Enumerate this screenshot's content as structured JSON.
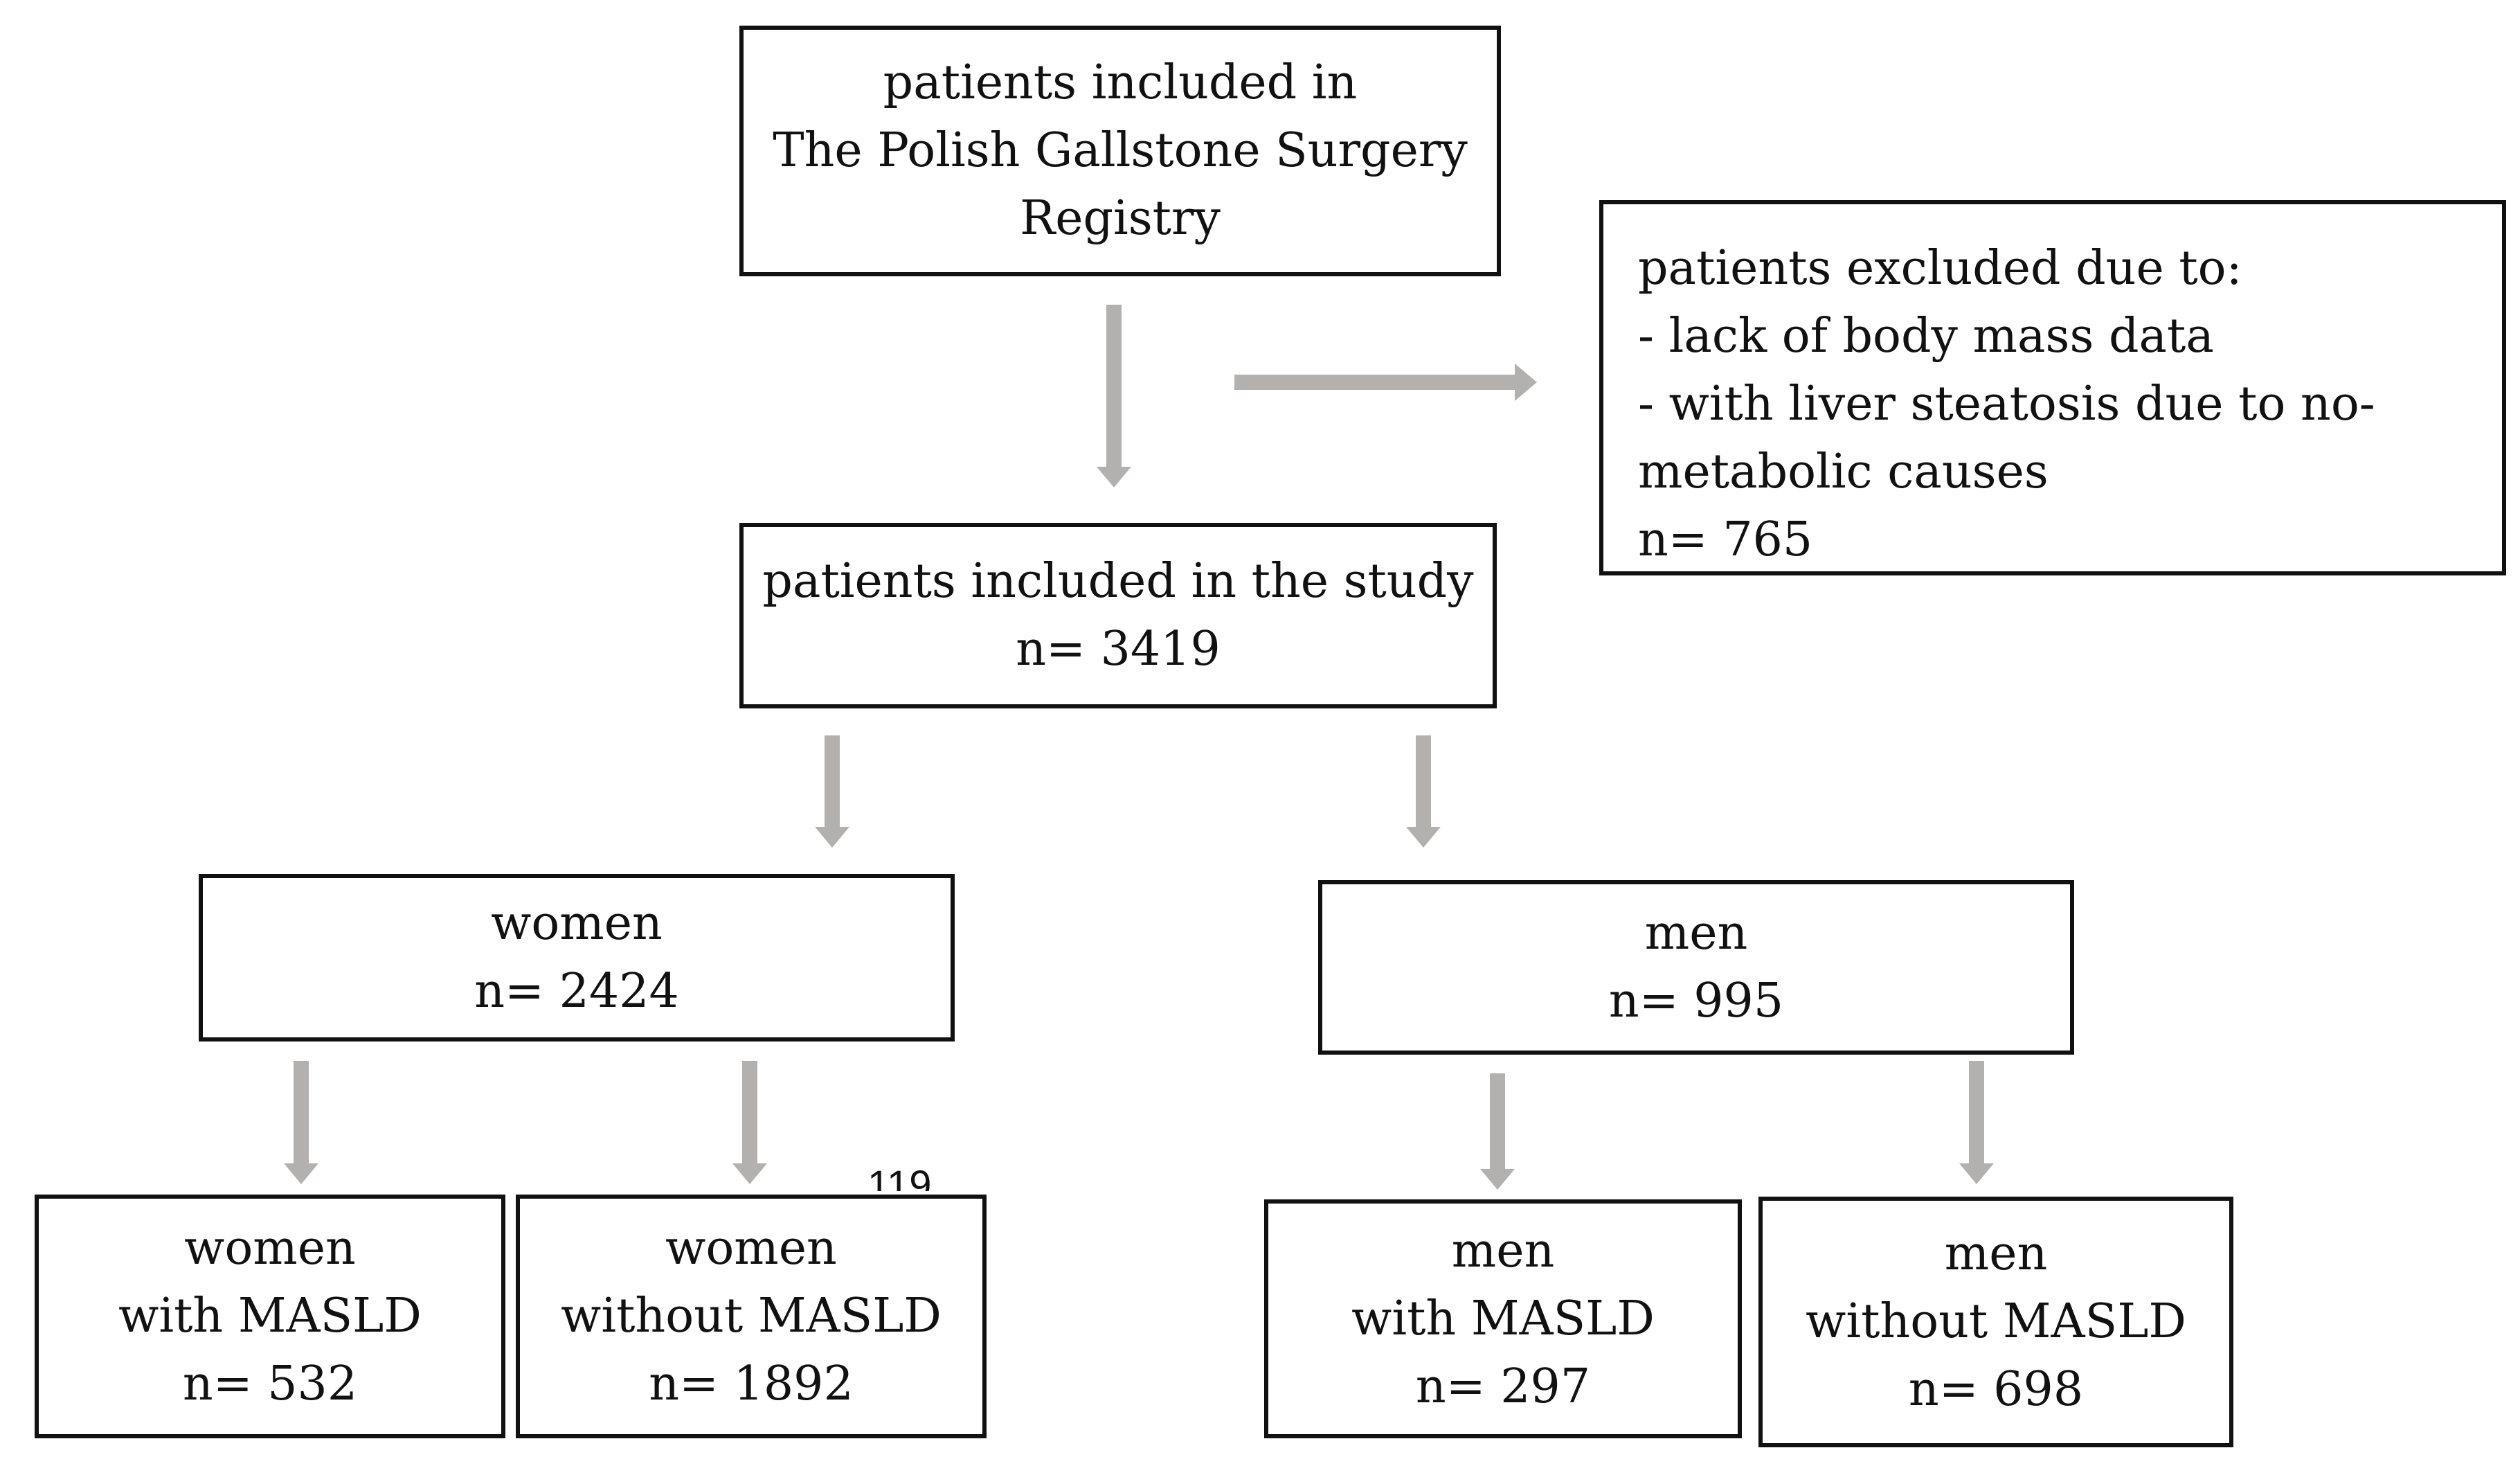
{
  "boxes": {
    "registry": {
      "lines": [
        "patients included in",
        "The Polish Gallstone Surgery",
        "Registry"
      ]
    },
    "excluded": {
      "lines": [
        "patients excluded due to:",
        "- lack of body mass data",
        "- with liver steatosis due to no-",
        "metabolic causes",
        "n= 765"
      ]
    },
    "study": {
      "lines": [
        "patients included in the study",
        "n= 3419"
      ]
    },
    "women": {
      "lines": [
        "women",
        "n= 2424"
      ]
    },
    "men": {
      "lines": [
        "men",
        "n= 995"
      ]
    },
    "women_masld": {
      "lines": [
        "women",
        "with MASLD",
        "n= 532"
      ]
    },
    "women_no_masld": {
      "lines": [
        "women",
        "without MASLD",
        "n= 1892"
      ]
    },
    "men_masld": {
      "lines": [
        "men",
        "with MASLD",
        "n= 297"
      ]
    },
    "men_no_masld": {
      "lines": [
        "men",
        "without MASLD",
        "n= 698"
      ]
    }
  },
  "stray_text": "119",
  "colors": {
    "box_border": "#111111",
    "arrow": "#b3b0b0",
    "background": "#ffffff"
  }
}
